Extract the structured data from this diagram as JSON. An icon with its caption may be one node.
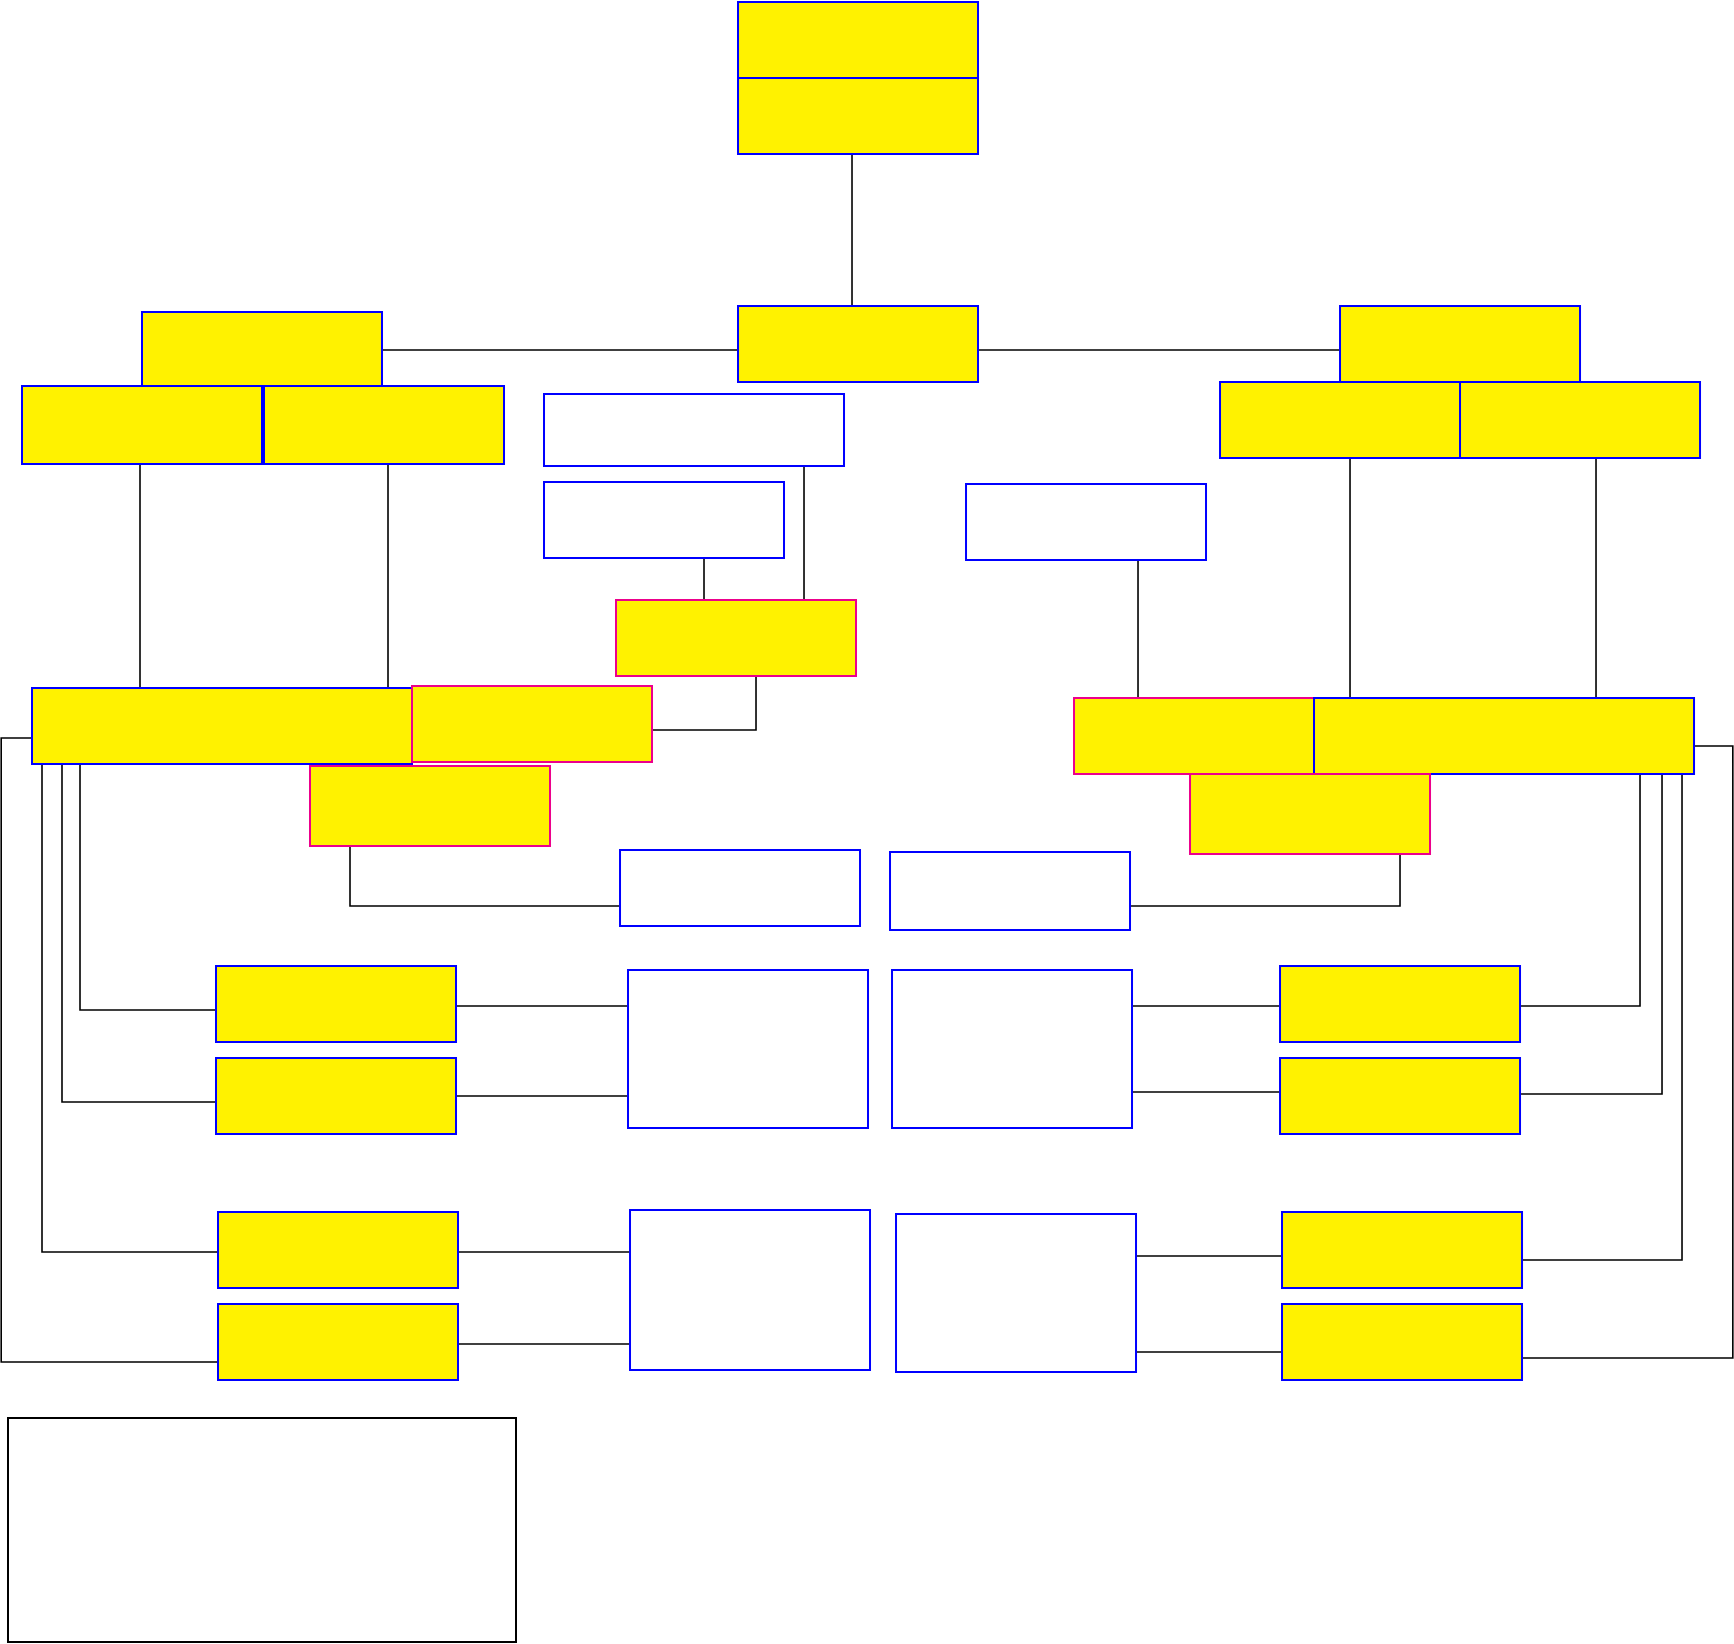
{
  "diagram": {
    "nodes": [
      {
        "text": [],
        "shape": "box"
      },
      {
        "text": [],
        "shape": "box"
      },
      {
        "text": [],
        "shape": "box"
      },
      {
        "text": [],
        "shape": "box"
      },
      {
        "text": [],
        "shape": "box"
      },
      {
        "text": [],
        "shape": "box"
      },
      {
        "text": [],
        "shape": "box"
      },
      {
        "text": [],
        "shape": "box"
      },
      {
        "text": [],
        "shape": "box"
      },
      {
        "text": [],
        "shape": "box"
      },
      {
        "text": [],
        "shape": "box"
      },
      {
        "text": [],
        "shape": "box"
      },
      {
        "text": [],
        "shape": "box"
      },
      {
        "text": [],
        "shape": "box"
      },
      {
        "text": [],
        "shape": "box"
      },
      {
        "text": [],
        "shape": "box"
      },
      {
        "text": [],
        "shape": "box"
      },
      {
        "text": [],
        "shape": "box"
      },
      {
        "text": [],
        "shape": "box"
      },
      {
        "text": [],
        "shape": "box"
      },
      {
        "text": [],
        "shape": "box"
      },
      {
        "text": [],
        "shape": "box"
      },
      {
        "text": [],
        "shape": "box"
      },
      {
        "text": [],
        "shape": "box"
      },
      {
        "text": [],
        "shape": "box"
      },
      {
        "text": [],
        "shape": "box"
      },
      {
        "text": [],
        "shape": "box"
      },
      {
        "text": [],
        "shape": "box"
      },
      {
        "text": [],
        "shape": "box"
      },
      {
        "text": [],
        "shape": "box"
      },
      {
        "text": [],
        "shape": "box"
      },
      {
        "text": [],
        "shape": "box"
      },
      {
        "text": [],
        "shape": "box"
      },
      {
        "text": [],
        "shape": "box"
      }
    ],
    "edges": [
      {
        "from": 1,
        "to": 3,
        "arrow": "none"
      },
      {
        "from": 2,
        "to": 3,
        "arrow": "none"
      },
      {
        "from": 3,
        "to": 4,
        "arrow": "none"
      },
      {
        "from": 5,
        "to": 13,
        "arrow": "none"
      },
      {
        "from": 6,
        "to": 13,
        "arrow": "none"
      },
      {
        "from": 7,
        "to": 12,
        "arrow": "none"
      },
      {
        "from": 10,
        "to": 12,
        "arrow": "none"
      },
      {
        "from": 12,
        "to": 14,
        "arrow": "none"
      },
      {
        "from": 11,
        "to": 15,
        "arrow": "none"
      },
      {
        "from": 8,
        "to": 16,
        "arrow": "none"
      },
      {
        "from": 9,
        "to": 16,
        "arrow": "none"
      },
      {
        "from": 17,
        "to": 19,
        "arrow": "none"
      },
      {
        "from": 18,
        "to": 20,
        "arrow": "none"
      },
      {
        "from": 13,
        "to": 21,
        "arrow": "none"
      },
      {
        "from": 13,
        "to": 25,
        "arrow": "none"
      },
      {
        "from": 13,
        "to": 27,
        "arrow": "none"
      },
      {
        "from": 13,
        "to": 31,
        "arrow": "none"
      },
      {
        "from": 21,
        "to": 22,
        "arrow": "none"
      },
      {
        "from": 25,
        "to": 22,
        "arrow": "none"
      },
      {
        "from": 27,
        "to": 28,
        "arrow": "none"
      },
      {
        "from": 31,
        "to": 28,
        "arrow": "none"
      },
      {
        "from": 23,
        "to": 24,
        "arrow": "none"
      },
      {
        "from": 23,
        "to": 26,
        "arrow": "none"
      },
      {
        "from": 29,
        "to": 30,
        "arrow": "none"
      },
      {
        "from": 29,
        "to": 32,
        "arrow": "none"
      },
      {
        "from": 16,
        "to": 24,
        "arrow": "none"
      },
      {
        "from": 16,
        "to": 26,
        "arrow": "none"
      },
      {
        "from": 16,
        "to": 30,
        "arrow": "none"
      },
      {
        "from": 16,
        "to": 32,
        "arrow": "none"
      }
    ]
  }
}
